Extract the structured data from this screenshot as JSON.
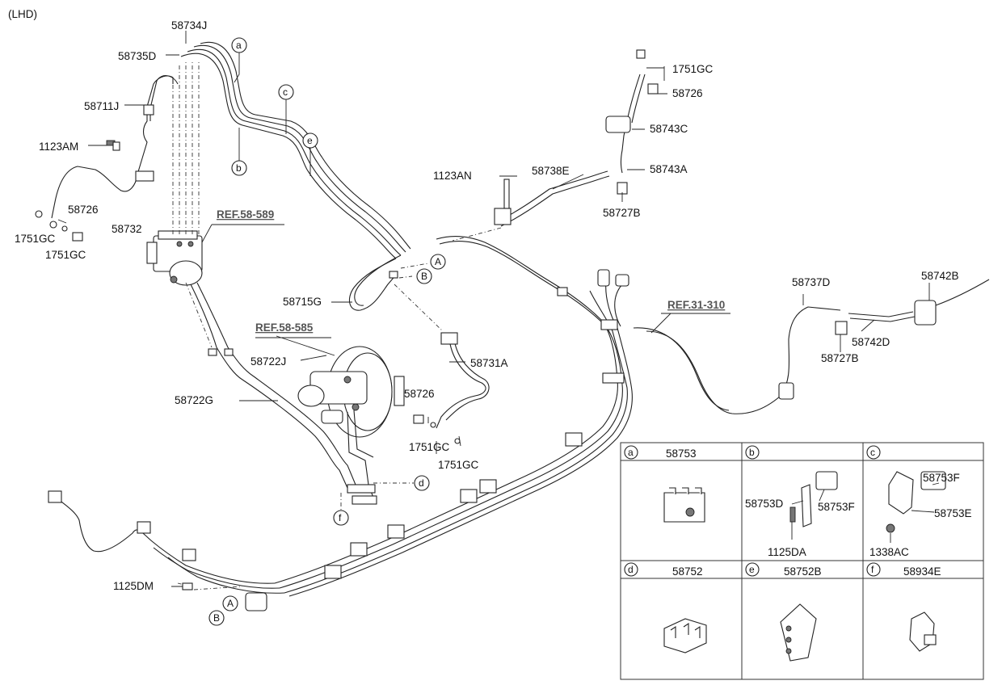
{
  "variant": "(LHD)",
  "refs": {
    "abs": "REF.58-589",
    "booster": "REF.58-585",
    "chassis": "REF.31-310"
  },
  "labels": {
    "l58734J": "58734J",
    "l58735D": "58735D",
    "l58711J": "58711J",
    "l1123AM": "1123AM",
    "l58726_left": "58726",
    "l1751GC_left1": "1751GC",
    "l1751GC_left2": "1751GC",
    "l58732": "58732",
    "l58715G": "58715G",
    "l58722J": "58722J",
    "l58722G": "58722G",
    "l58731A": "58731A",
    "l58726_mid": "58726",
    "l1751GC_mid1": "1751GC",
    "l1751GC_mid2": "1751GC",
    "l1123AN": "1123AN",
    "l58738E": "58738E",
    "l1751GC_top": "1751GC",
    "l58726_top": "58726",
    "l58743C": "58743C",
    "l58743A": "58743A",
    "l58727B_top": "58727B",
    "l58737D": "58737D",
    "l58742B": "58742B",
    "l58742D": "58742D",
    "l58727B_right": "58727B",
    "l1125DM": "1125DM"
  },
  "callouts": {
    "a": "a",
    "b": "b",
    "c": "c",
    "d": "d",
    "e": "e",
    "f": "f",
    "A1": "A",
    "B1": "B",
    "A2": "A",
    "B2": "B"
  },
  "legend": {
    "cells": [
      {
        "key": "a",
        "title": "58753",
        "parts": []
      },
      {
        "key": "b",
        "title": "",
        "parts": [
          "58753D",
          "58753F",
          "1125DA"
        ]
      },
      {
        "key": "c",
        "title": "",
        "parts": [
          "58753F",
          "58753E",
          "1338AC"
        ]
      },
      {
        "key": "d",
        "title": "58752",
        "parts": []
      },
      {
        "key": "e",
        "title": "58752B",
        "parts": []
      },
      {
        "key": "f",
        "title": "58934E",
        "parts": []
      }
    ]
  }
}
